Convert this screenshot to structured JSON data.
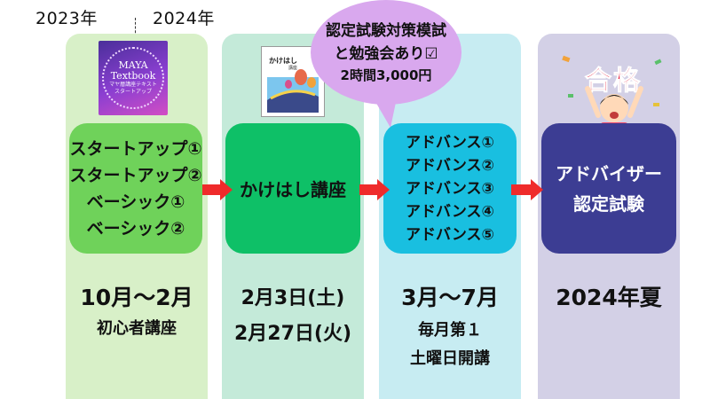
{
  "header": {
    "year_left": "2023年",
    "year_right": "2024年"
  },
  "colors": {
    "col1_bg": "#d8f0c8",
    "col2_bg": "#c4ead9",
    "col3_bg": "#c7ecf2",
    "col4_bg": "#d3d0e6",
    "box1": "#6fd25a",
    "box2": "#0ec067",
    "box3": "#19bfe0",
    "box4": "#3c3d93",
    "arrow": "#ef2b2b",
    "bubble": "#d9a8ee"
  },
  "stages": [
    {
      "items": [
        "スタートアップ①",
        "スタートアップ②",
        "ベーシック①",
        "ベーシック②"
      ],
      "period": "10月～2月",
      "note": "初心者講座"
    },
    {
      "items": [
        "かけはし講座"
      ],
      "period_line1": "2月3日(土)",
      "period_line2": "2月27日(火)"
    },
    {
      "items": [
        "アドバンス①",
        "アドバンス②",
        "アドバンス③",
        "アドバンス④",
        "アドバンス⑤"
      ],
      "period": "3月～7月",
      "note_line1": "毎月第１",
      "note_line2": "土曜日開講"
    },
    {
      "items": [
        "アドバイザー",
        "認定試験"
      ],
      "period": "2024年夏"
    }
  ],
  "bubble": {
    "line1": "認定試験対策模試",
    "line2": "と勉強会あり☑",
    "line3": "2時間3,000円"
  },
  "book1": {
    "title_line1": "MAYA",
    "title_line2": "Textbook",
    "subtitle_line1": "マヤ暦講座テキスト",
    "subtitle_line2": "スタートアップ"
  },
  "book2": {
    "title": "かけはし",
    "subtitle": "講座"
  },
  "badge": {
    "text": "合格"
  }
}
